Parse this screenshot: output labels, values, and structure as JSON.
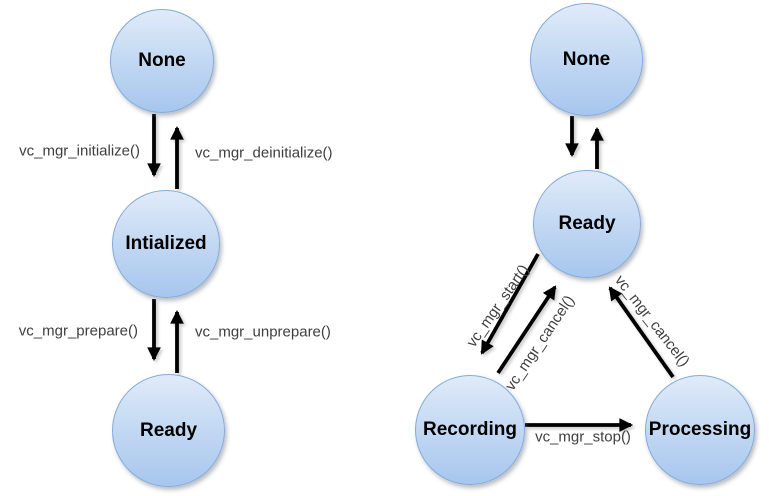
{
  "colors": {
    "background": "#ffffff",
    "state_fill_top": "#e0ebf9",
    "state_fill_bottom": "#a7c6ee",
    "state_border": "#84abdb",
    "arrow": "#000000",
    "state_text": "#000000",
    "transition_text": "#3f3f3f"
  },
  "left_diagram": {
    "name": "manager-setup-state-diagram",
    "states": [
      {
        "id": "none",
        "label": "None"
      },
      {
        "id": "intialized",
        "label": "Intialized"
      },
      {
        "id": "ready",
        "label": "Ready"
      }
    ],
    "transitions": [
      {
        "id": "initialize",
        "label": "vc_mgr_initialize()",
        "from": "None",
        "to": "Intialized"
      },
      {
        "id": "deinitialize",
        "label": "vc_mgr_deinitialize()",
        "from": "Intialized",
        "to": "None"
      },
      {
        "id": "prepare",
        "label": "vc_mgr_prepare()",
        "from": "Intialized",
        "to": "Ready"
      },
      {
        "id": "unprepare",
        "label": "vc_mgr_unprepare()",
        "from": "Ready",
        "to": "Intialized"
      }
    ]
  },
  "right_diagram": {
    "name": "manager-runtime-state-diagram",
    "states": [
      {
        "id": "none",
        "label": "None"
      },
      {
        "id": "ready",
        "label": "Ready"
      },
      {
        "id": "recording",
        "label": "Recording"
      },
      {
        "id": "processing",
        "label": "Processing"
      }
    ],
    "transitions": [
      {
        "id": "start",
        "label": "vc_mgr_start()",
        "from": "Ready",
        "to": "Recording"
      },
      {
        "id": "cancel_recording",
        "label": "vc_mgr_cancel()",
        "from": "Recording",
        "to": "Ready"
      },
      {
        "id": "cancel_processing",
        "label": "vc_mgr_cancel()",
        "from": "Processing",
        "to": "Ready"
      },
      {
        "id": "stop",
        "label": "vc_mgr_stop()",
        "from": "Recording",
        "to": "Processing"
      }
    ]
  }
}
